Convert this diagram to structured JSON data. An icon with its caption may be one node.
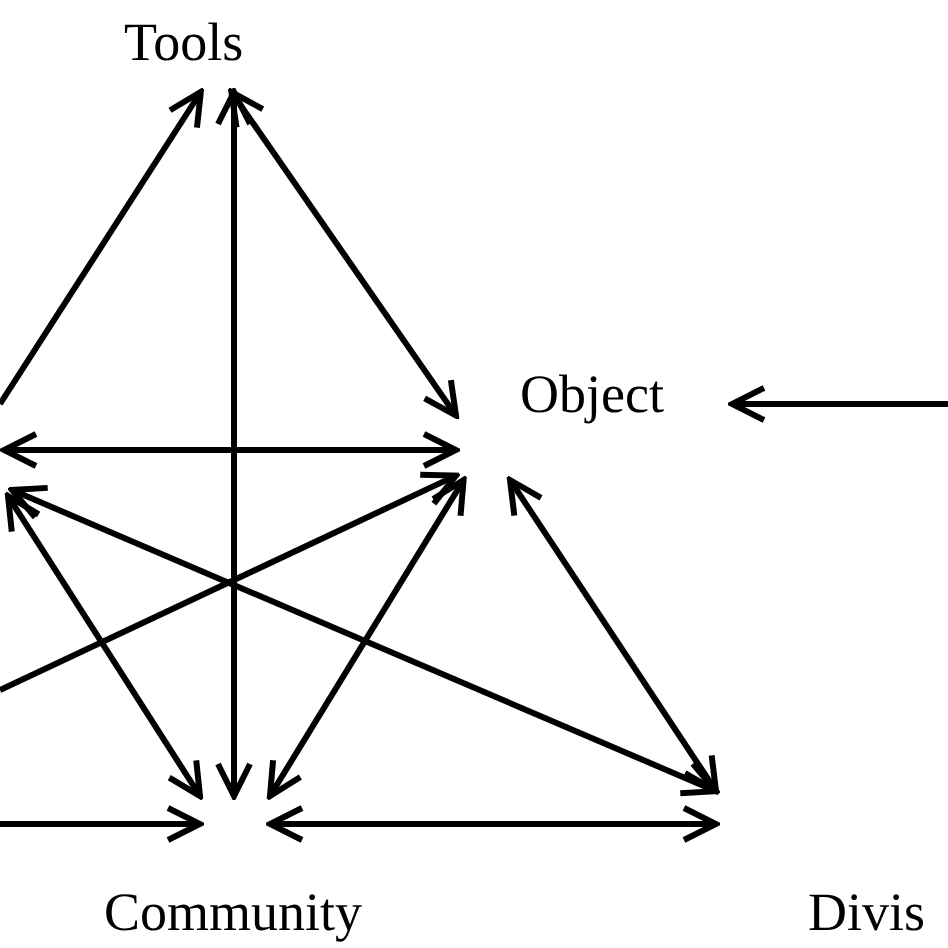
{
  "diagram": {
    "nodes": [
      {
        "text": [
          "Tools"
        ]
      },
      {
        "text": [
          "Object"
        ]
      },
      {
        "text": [
          "Community"
        ]
      },
      {
        "text": [
          "Divis"
        ]
      }
    ],
    "edges": [
      {
        "from": null,
        "to": 0,
        "arrow": "to"
      },
      {
        "from": null,
        "to": 1,
        "arrow": "both"
      },
      {
        "from": 0,
        "to": 1,
        "arrow": "both"
      },
      {
        "from": 0,
        "to": 2,
        "arrow": "both"
      },
      {
        "from": null,
        "to": 2,
        "arrow": "both"
      },
      {
        "from": null,
        "to": 3,
        "arrow": "both"
      },
      {
        "from": null,
        "to": 1,
        "arrow": "to"
      },
      {
        "from": 2,
        "to": 1,
        "arrow": "both"
      },
      {
        "from": null,
        "to": 2,
        "arrow": "to"
      },
      {
        "from": 2,
        "to": 3,
        "arrow": "both"
      },
      {
        "from": 1,
        "to": 3,
        "arrow": "both"
      },
      {
        "from": null,
        "to": 1,
        "arrow": "to"
      }
    ]
  }
}
